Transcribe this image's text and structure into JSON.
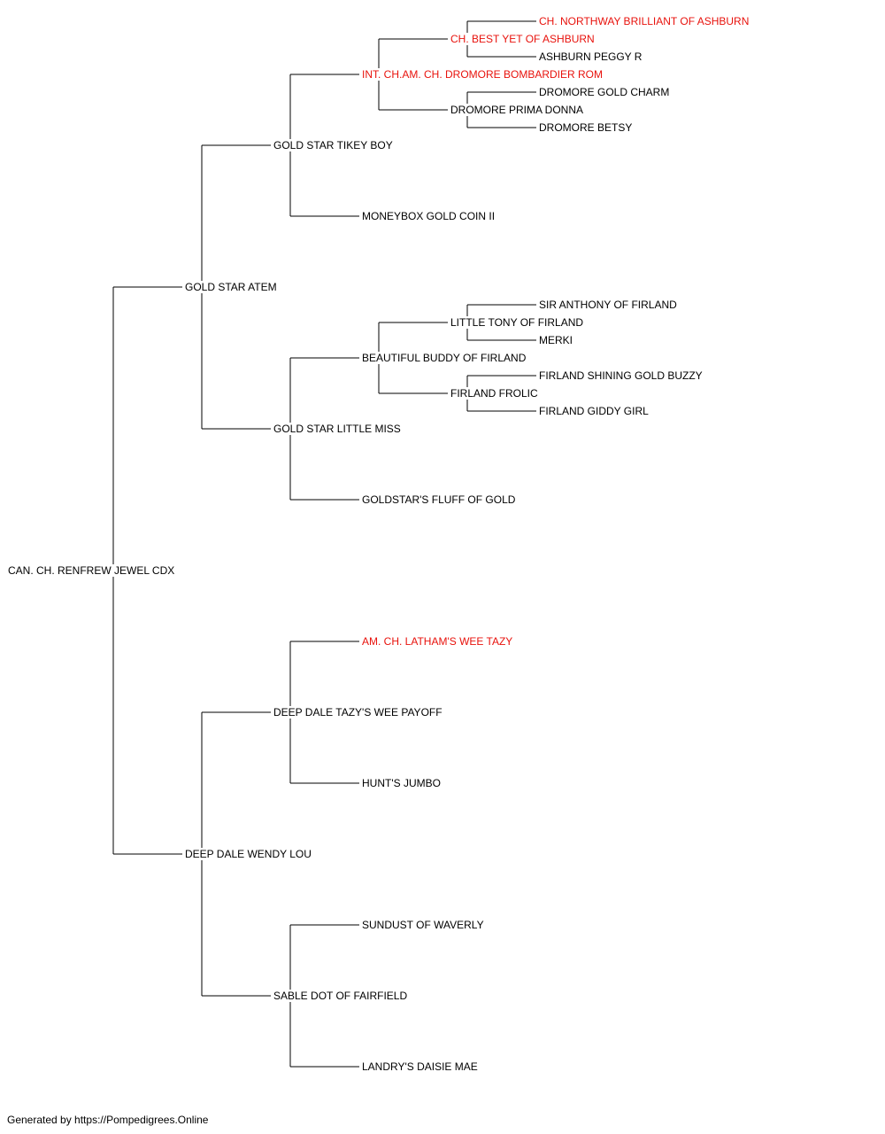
{
  "pedigree": {
    "subject": {
      "name": "CAN. CH. RENFREW JEWEL CDX",
      "sire": {
        "name": "GOLD STAR ATEM",
        "sire": {
          "name": "GOLD STAR TIKEY BOY",
          "sire": {
            "name": "INT. CH.AM. CH. DROMORE BOMBARDIER ROM",
            "champion": true,
            "sire": {
              "name": "CH. BEST YET OF ASHBURN",
              "champion": true,
              "sire": {
                "name": "CH. NORTHWAY BRILLIANT OF ASHBURN",
                "champion": true
              },
              "dam": {
                "name": "ASHBURN PEGGY R"
              }
            },
            "dam": {
              "name": "DROMORE PRIMA DONNA",
              "sire": {
                "name": "DROMORE GOLD CHARM"
              },
              "dam": {
                "name": "DROMORE BETSY"
              }
            }
          },
          "dam": {
            "name": "MONEYBOX GOLD COIN II"
          }
        },
        "dam": {
          "name": "GOLD STAR LITTLE MISS",
          "sire": {
            "name": "BEAUTIFUL BUDDY OF FIRLAND",
            "sire": {
              "name": "LITTLE TONY OF FIRLAND",
              "sire": {
                "name": "SIR ANTHONY OF FIRLAND"
              },
              "dam": {
                "name": "MERKI"
              }
            },
            "dam": {
              "name": "FIRLAND FROLIC",
              "sire": {
                "name": "FIRLAND SHINING GOLD BUZZY"
              },
              "dam": {
                "name": "FIRLAND GIDDY GIRL"
              }
            }
          },
          "dam": {
            "name": "GOLDSTAR'S FLUFF OF GOLD"
          }
        }
      },
      "dam": {
        "name": "DEEP DALE WENDY LOU",
        "sire": {
          "name": "DEEP DALE TAZY'S WEE PAYOFF",
          "sire": {
            "name": "AM. CH. LATHAM'S WEE TAZY",
            "champion": true
          },
          "dam": {
            "name": "HUNT'S JUMBO"
          }
        },
        "dam": {
          "name": "SABLE DOT OF FAIRFIELD",
          "sire": {
            "name": "SUNDUST OF WAVERLY"
          },
          "dam": {
            "name": "LANDRY'S DAISIE MAE"
          }
        }
      }
    }
  },
  "colors": {
    "champion": "#e8120c",
    "normal": "#000000",
    "line": "#000000"
  },
  "footer": "Generated by https://Pompedigrees.Online"
}
